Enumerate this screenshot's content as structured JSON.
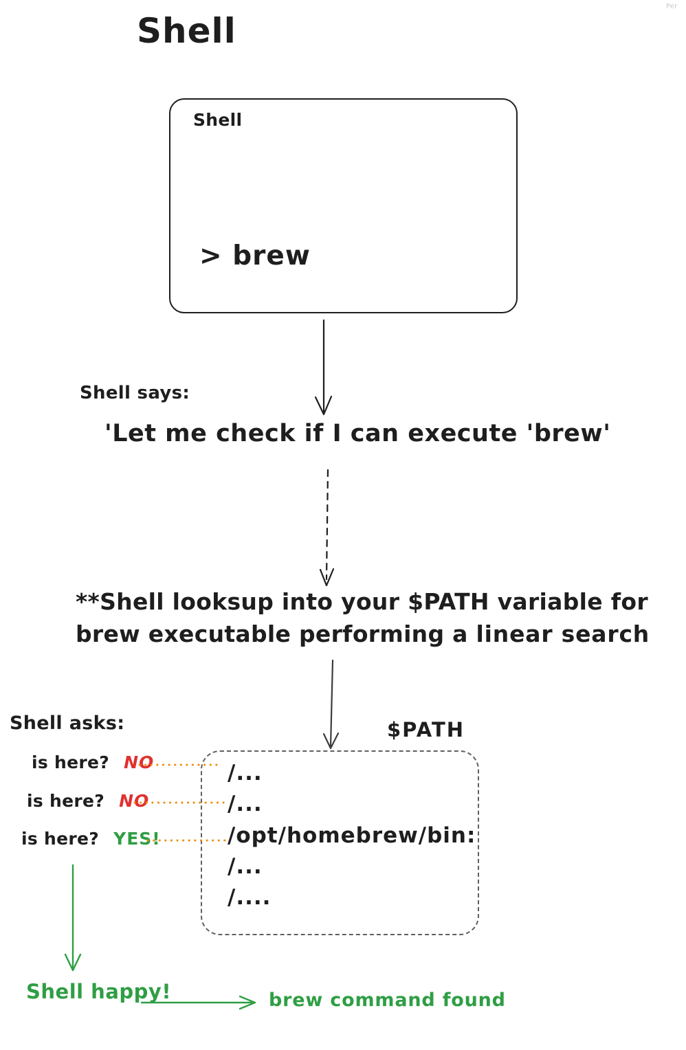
{
  "watermark": "Per",
  "title": "Shell",
  "colors": {
    "ink": "#1e1e1e",
    "red": "#e03131",
    "green": "#2f9e44",
    "orange": "#f08c00",
    "box_dash": "#5f5f5f",
    "watermark_gray": "#c9c9c9"
  },
  "terminal": {
    "label": "Shell",
    "prompt": "> brew"
  },
  "flow": {
    "says_label": "Shell says:",
    "quote": "'Let me check if I can execute 'brew'",
    "lookup_line1": "**Shell looksup into your $PATH variable for",
    "lookup_line2_prefix": "brew executable performing a ",
    "lookup_line2_bold": "linear search",
    "asks_label": "Shell asks:",
    "path_label": "$PATH"
  },
  "path_box": {
    "entries": [
      "/...",
      "/...",
      "/opt/homebrew/bin:",
      "/...",
      "/...."
    ]
  },
  "checks": [
    {
      "question": "is here?",
      "answer": "NO",
      "result": "no"
    },
    {
      "question": "is here?",
      "answer": "NO",
      "result": "no"
    },
    {
      "question": "is here?",
      "answer": "YES!",
      "result": "yes"
    }
  ],
  "outcome": {
    "happy": "Shell happy!",
    "found": "brew command found"
  }
}
